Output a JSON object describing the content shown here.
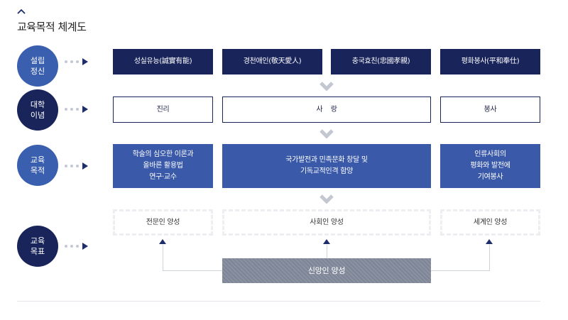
{
  "page": {
    "title": "교육목적 체계도"
  },
  "rows": {
    "founding": {
      "label": "설립\n정신",
      "items": [
        "성실유능(誠實有能)",
        "경천애인(敬天愛人)",
        "충국효친(忠國孝親)",
        "평화봉사(平和奉仕)"
      ]
    },
    "ideology": {
      "label": "대학\n이념",
      "items": [
        "진리",
        "사    랑",
        "봉사"
      ]
    },
    "purpose": {
      "label": "교육\n목적",
      "items": [
        "학술의 심오한 이론과\n올바른 활용법\n연구·교수",
        "국가발전과 민족문화 창달 및\n기독교적인격 함양",
        "인류사회의\n평화와 발전에\n기여봉사"
      ]
    },
    "goals": {
      "label": "교육\n목표",
      "items": [
        "전문인 양성",
        "사회인 양성",
        "세계인 양성"
      ],
      "base": "신앙인 양성"
    }
  },
  "colors": {
    "navy": "#19245a",
    "blue": "#3a5aa9",
    "gray": "#7d8596"
  }
}
